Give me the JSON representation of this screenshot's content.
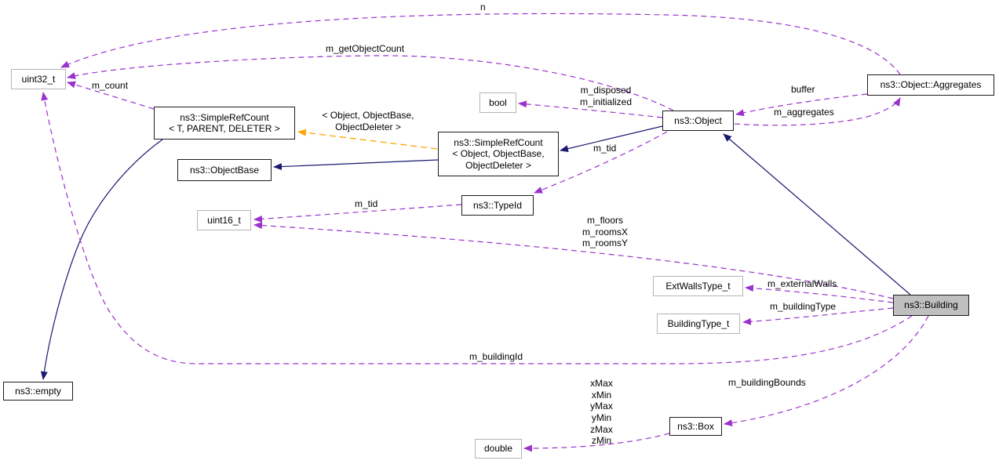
{
  "nodes": {
    "uint32": {
      "label": "uint32_t"
    },
    "simpleref_template": {
      "label": "ns3::SimpleRefCount\n< T, PARENT, DELETER >"
    },
    "objectbase": {
      "label": "ns3::ObjectBase"
    },
    "simpleref_object": {
      "label": "ns3::SimpleRefCount\n< Object, ObjectBase,\nObjectDeleter >"
    },
    "bool": {
      "label": "bool"
    },
    "object": {
      "label": "ns3::Object"
    },
    "aggregates": {
      "label": "ns3::Object::Aggregates"
    },
    "typeid": {
      "label": "ns3::TypeId"
    },
    "uint16": {
      "label": "uint16_t"
    },
    "extwalls": {
      "label": "ExtWallsType_t"
    },
    "buildingtype": {
      "label": "BuildingType_t"
    },
    "building": {
      "label": "ns3::Building"
    },
    "empty": {
      "label": "ns3::empty"
    },
    "box": {
      "label": "ns3::Box"
    },
    "double": {
      "label": "double"
    }
  },
  "edge_labels": {
    "n": "n",
    "m_getObjectCount": "m_getObjectCount",
    "m_count": "m_count",
    "m_disposed_initialized": "m_disposed\nm_initialized",
    "buffer": "buffer",
    "m_aggregates": "m_aggregates",
    "m_tid_object": "m_tid",
    "template_args": "< Object, ObjectBase,\nObjectDeleter >",
    "m_tid_typeid": "m_tid",
    "m_rooms": "m_floors\nm_roomsX\nm_roomsY",
    "m_externalWalls": "m_externalWalls",
    "m_buildingType": "m_buildingType",
    "m_buildingId": "m_buildingId",
    "box_fields": "xMax\nxMin\nyMax\nyMin\nzMax\nzMin",
    "m_buildingBounds": "m_buildingBounds"
  },
  "colors": {
    "usage_edge": "#9a32cd",
    "inheritance_edge": "#191970",
    "template_edge": "#ffa500",
    "selected_node_bg": "#bfbfbf",
    "plain_node_border": "#b4b4b4",
    "linked_node_border": "#1c1c1c"
  }
}
